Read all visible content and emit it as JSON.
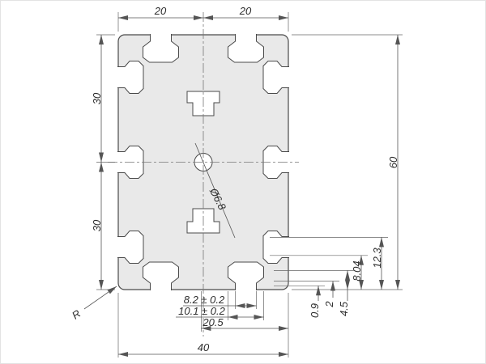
{
  "drawing": {
    "type": "technical cross-section of aluminium extrusion profile 40x60 with dimensions",
    "colors": {
      "profile_fill": "#e9e9e9",
      "outline": "#4a4a4a",
      "dimension_line": "#555555",
      "background": "#ffffff"
    },
    "dims": {
      "top_left": "20",
      "top_right": "20",
      "left_upper": "30",
      "left_lower": "30",
      "right_total_height": "60",
      "right_12_3": "12.3",
      "right_8_04": "8.04",
      "bottom_right_4_5": "4.5",
      "bottom_right_2": "2",
      "bottom_right_0_9": "0.9",
      "slot_opening": "8.2 ± 0.2",
      "slot_cavity": "10.1 ± 0.2",
      "bottom_20_5": "20.5",
      "bottom_total_width": "40",
      "center_hole": "Ø6.8",
      "corner_radius": "R"
    }
  }
}
